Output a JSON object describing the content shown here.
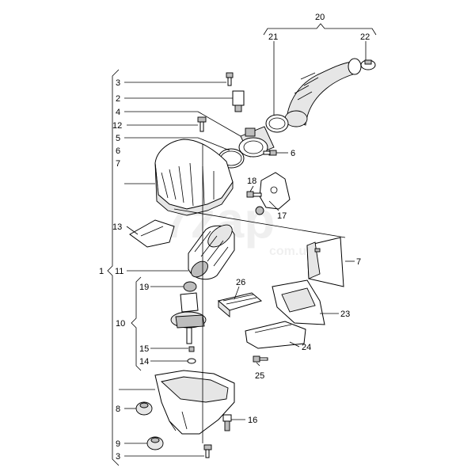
{
  "watermark": {
    "main": "7zap",
    "sub": "com.ua"
  },
  "labels": [
    {
      "id": "l3a",
      "text": "3"
    },
    {
      "id": "l2",
      "text": "2"
    },
    {
      "id": "l4",
      "text": "4"
    },
    {
      "id": "l12",
      "text": "12"
    },
    {
      "id": "l5",
      "text": "5"
    },
    {
      "id": "l6a",
      "text": "6"
    },
    {
      "id": "l7a",
      "text": "7"
    },
    {
      "id": "l13",
      "text": "13"
    },
    {
      "id": "l1",
      "text": "1"
    },
    {
      "id": "l11",
      "text": "11"
    },
    {
      "id": "l19",
      "text": "19"
    },
    {
      "id": "l10",
      "text": "10"
    },
    {
      "id": "l15",
      "text": "15"
    },
    {
      "id": "l14",
      "text": "14"
    },
    {
      "id": "l8",
      "text": "8"
    },
    {
      "id": "l9",
      "text": "9"
    },
    {
      "id": "l3b",
      "text": "3"
    },
    {
      "id": "l20",
      "text": "20"
    },
    {
      "id": "l21",
      "text": "21"
    },
    {
      "id": "l22",
      "text": "22"
    },
    {
      "id": "l6b",
      "text": "6"
    },
    {
      "id": "l18",
      "text": "18"
    },
    {
      "id": "l17",
      "text": "17"
    },
    {
      "id": "l7b",
      "text": "7"
    },
    {
      "id": "l26",
      "text": "26"
    },
    {
      "id": "l23",
      "text": "23"
    },
    {
      "id": "l24",
      "text": "24"
    },
    {
      "id": "l25",
      "text": "25"
    },
    {
      "id": "l16",
      "text": "16"
    }
  ]
}
